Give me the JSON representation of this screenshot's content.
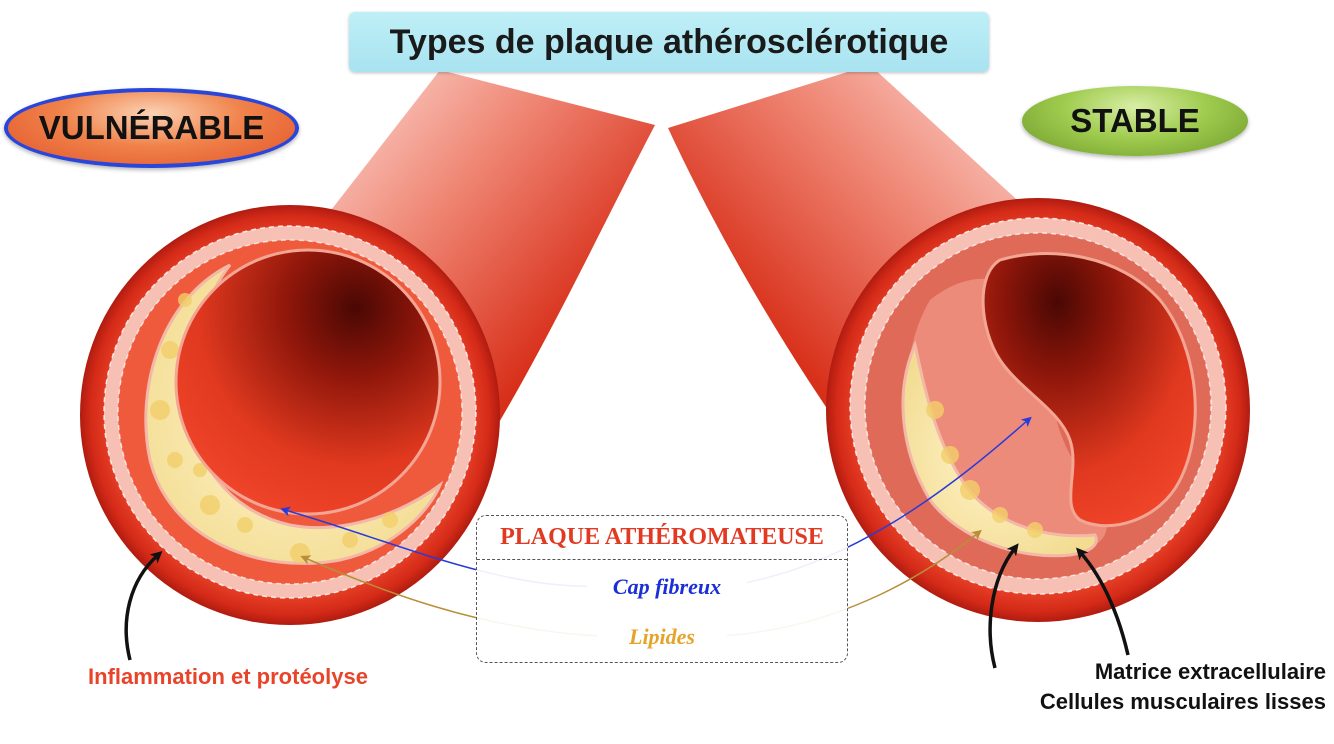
{
  "title": "Types de plaque athérosclérotique",
  "vulnerable": {
    "label": "VULNÉRABLE",
    "annotation": "Inflammation et protéolyse",
    "border_color": "#2a46d8"
  },
  "stable": {
    "label": "STABLE",
    "annotations": [
      "Matrice extracellulaire",
      "Cellules musculaires lisses"
    ]
  },
  "plaque": {
    "title": "PLAQUE ATHÉROMATEUSE",
    "cap_label": "Cap fibreux",
    "lipid_label": "Lipides"
  },
  "colors": {
    "artery_red": "#e0391f",
    "artery_dark": "#6a0f08",
    "wall_pink": "#f6b5aa",
    "lipid_yellow": "#f8ecb0",
    "cap_arrow": "#2a3ad8",
    "lipid_arrow": "#b88e3a",
    "title_bg": "#a8e3f0"
  }
}
